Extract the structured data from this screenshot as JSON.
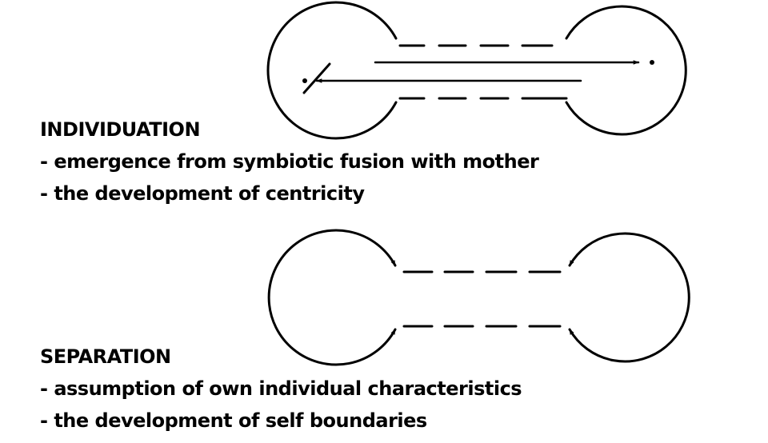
{
  "individuation": {
    "heading": "INDIVIDUATION",
    "points": [
      "- emergence from symbiotic fusion with mother",
      "- the development of centricity"
    ]
  },
  "separation": {
    "heading": "SEPARATION",
    "points": [
      "- assumption of own individual characteristics",
      "- the development of self boundaries"
    ]
  },
  "colors": {
    "ink": "#000000",
    "background": "#ffffff"
  }
}
